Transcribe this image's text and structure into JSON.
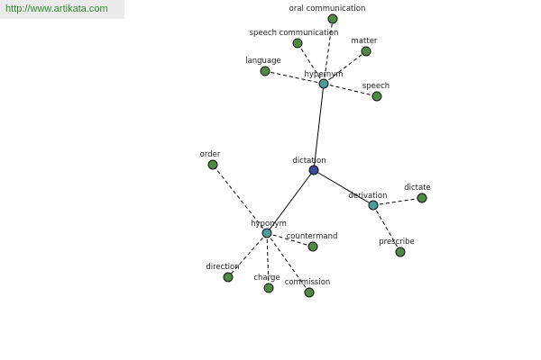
{
  "watermark": {
    "text": "http://www.artikata.com"
  },
  "colors": {
    "root": "#3f4a9a",
    "relation": "#4f9a9a",
    "leaf": "#4f8a45"
  },
  "graph": {
    "nodes": [
      {
        "id": "dictation",
        "label": "dictation",
        "kind": "root"
      },
      {
        "id": "hypernym",
        "label": "hypernym",
        "kind": "relation"
      },
      {
        "id": "hyponym",
        "label": "hyponym",
        "kind": "relation"
      },
      {
        "id": "derivation",
        "label": "derivation",
        "kind": "relation"
      },
      {
        "id": "oral-communication",
        "label": "oral communication",
        "kind": "leaf"
      },
      {
        "id": "speech-communication",
        "label": "speech communication",
        "kind": "leaf"
      },
      {
        "id": "matter",
        "label": "matter",
        "kind": "leaf"
      },
      {
        "id": "language",
        "label": "language",
        "kind": "leaf"
      },
      {
        "id": "speech",
        "label": "speech",
        "kind": "leaf"
      },
      {
        "id": "order",
        "label": "order",
        "kind": "leaf"
      },
      {
        "id": "countermand",
        "label": "countermand",
        "kind": "leaf"
      },
      {
        "id": "direction",
        "label": "direction",
        "kind": "leaf"
      },
      {
        "id": "charge",
        "label": "charge",
        "kind": "leaf"
      },
      {
        "id": "commission",
        "label": "commission",
        "kind": "leaf"
      },
      {
        "id": "dictate",
        "label": "dictate",
        "kind": "leaf"
      },
      {
        "id": "prescribe",
        "label": "prescribe",
        "kind": "leaf"
      }
    ],
    "edges": [
      {
        "from": "dictation",
        "to": "hypernym",
        "style": "solid"
      },
      {
        "from": "dictation",
        "to": "hyponym",
        "style": "solid"
      },
      {
        "from": "dictation",
        "to": "derivation",
        "style": "solid"
      },
      {
        "from": "hypernym",
        "to": "oral-communication",
        "style": "dashed"
      },
      {
        "from": "hypernym",
        "to": "speech-communication",
        "style": "dashed"
      },
      {
        "from": "hypernym",
        "to": "matter",
        "style": "dashed"
      },
      {
        "from": "hypernym",
        "to": "language",
        "style": "dashed"
      },
      {
        "from": "hypernym",
        "to": "speech",
        "style": "dashed"
      },
      {
        "from": "hyponym",
        "to": "order",
        "style": "dashed"
      },
      {
        "from": "hyponym",
        "to": "countermand",
        "style": "dashed"
      },
      {
        "from": "hyponym",
        "to": "direction",
        "style": "dashed"
      },
      {
        "from": "hyponym",
        "to": "charge",
        "style": "dashed"
      },
      {
        "from": "hyponym",
        "to": "commission",
        "style": "dashed"
      },
      {
        "from": "derivation",
        "to": "dictate",
        "style": "dashed"
      },
      {
        "from": "derivation",
        "to": "prescribe",
        "style": "dashed"
      }
    ]
  }
}
